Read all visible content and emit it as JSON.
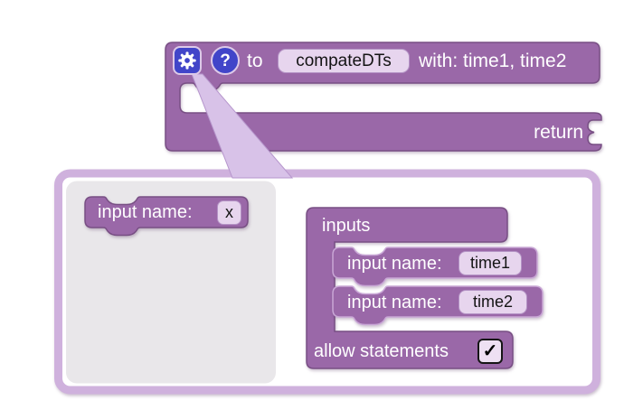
{
  "colors": {
    "block_purple": "#9a68a8",
    "block_border": "#784f84",
    "nested_highlight": "#c9a7d6",
    "field_bg": "#e7d5ee",
    "icon_blue": "#4145c9",
    "popup_border": "#cfb1dd",
    "flyout_gray": "#e9e7ea",
    "pointer_fill": "#d8c2e8"
  },
  "procedure_block": {
    "prefix_label": "to",
    "name_field": "compateDTs",
    "params_label": "with: time1, time2",
    "return_label": "return",
    "gear_icon": "gear",
    "help_icon": "?"
  },
  "mutator_popup": {
    "flyout_block": {
      "label": "input name:",
      "value": "x"
    },
    "container_block": {
      "title": "inputs",
      "inputs": [
        {
          "label": "input name:",
          "value": "time1"
        },
        {
          "label": "input name:",
          "value": "time2"
        }
      ],
      "allow_statements_label": "allow statements",
      "allow_statements_checked": true,
      "checkmark": "✓"
    }
  }
}
